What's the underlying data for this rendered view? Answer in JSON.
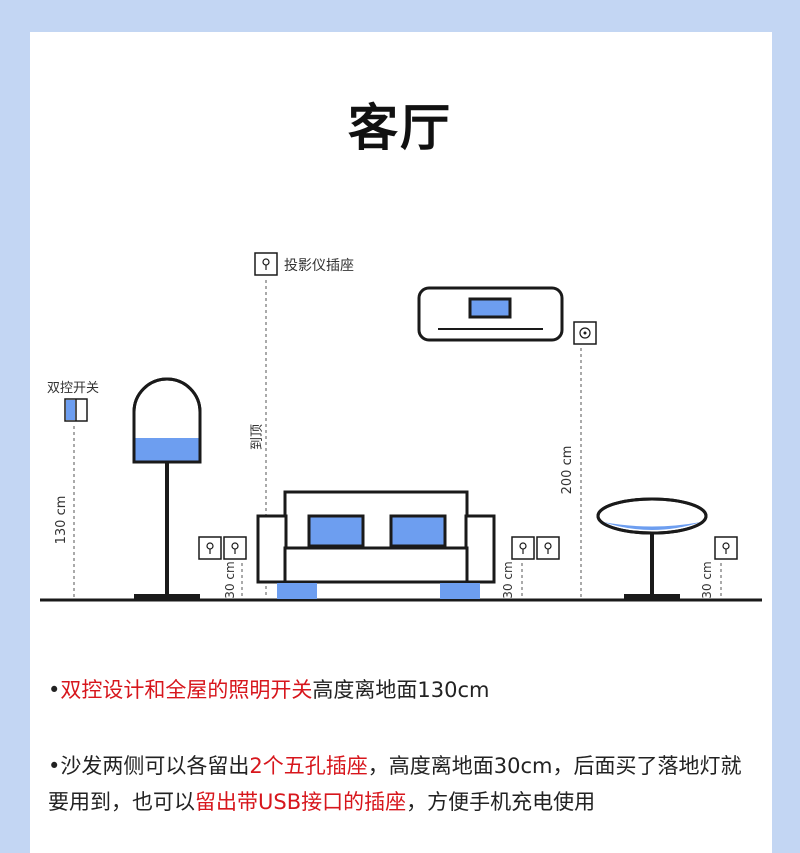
{
  "title": "客厅",
  "labels": {
    "projector_socket": "投影仪插座",
    "dual_switch": "双控开关",
    "to_ceiling": "到顶",
    "h_130": "130 cm",
    "h_200": "200 cm",
    "h_30": "30 cm"
  },
  "bullets": [
    {
      "parts": [
        {
          "text": "•",
          "highlight": false
        },
        {
          "text": "双控设计和全屋的照明开关",
          "highlight": true
        },
        {
          "text": "高度离地面130cm",
          "highlight": false
        }
      ]
    },
    {
      "parts": [
        {
          "text": "•沙发两侧可以各留出",
          "highlight": false
        },
        {
          "text": "2个五孔插座",
          "highlight": true
        },
        {
          "text": "，高度离地面30cm，后面买了落地灯就要用到，也可以",
          "highlight": false
        },
        {
          "text": "留出带USB接口的插座",
          "highlight": true
        },
        {
          "text": "，方便手机充电使用",
          "highlight": false
        }
      ]
    }
  ],
  "colors": {
    "background": "#c3d6f3",
    "highlight": "#d7161c",
    "furniture_blue": "#6d9ef0",
    "line": "#1a1a1a"
  }
}
